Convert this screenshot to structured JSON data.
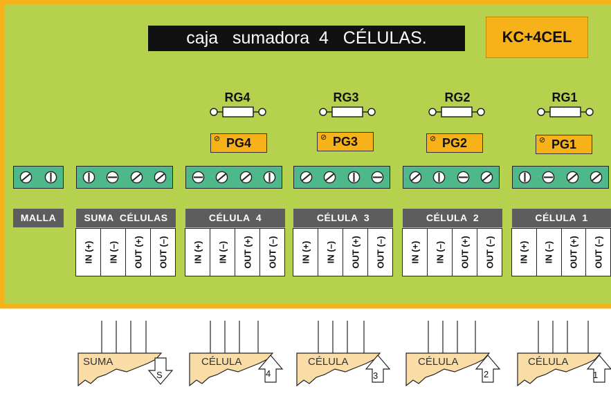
{
  "title": "caja   sumadora  4   CÉLULAS.",
  "model": "KC+4CEL",
  "colors": {
    "board": "#b5d14d",
    "board_border": "#f7b21a",
    "terminal": "#4fb88a",
    "label_bar": "#5d5d5d",
    "pg_box": "#f7b21a",
    "cell_body": "#f9dca6"
  },
  "resistors": [
    {
      "label": "RG4"
    },
    {
      "label": "RG3"
    },
    {
      "label": "RG2"
    },
    {
      "label": "RG1"
    }
  ],
  "potentiometers": [
    {
      "label": "PG4"
    },
    {
      "label": "PG3"
    },
    {
      "label": "PG2"
    },
    {
      "label": "PG1"
    }
  ],
  "groups": [
    {
      "label": "MALLA",
      "pins": []
    },
    {
      "label": "SUMA  CÉLULAS",
      "pins": [
        "IN (+)",
        "IN (–)",
        "OUT (+)",
        "OUT (–)"
      ]
    },
    {
      "label": "CÉLULA  4",
      "pins": [
        "IN (+)",
        "IN (–)",
        "OUT (+)",
        "OUT (–)"
      ]
    },
    {
      "label": "CÉLULA  3",
      "pins": [
        "IN (+)",
        "IN (–)",
        "OUT (+)",
        "OUT (–)"
      ]
    },
    {
      "label": "CÉLULA  2",
      "pins": [
        "IN (+)",
        "IN (–)",
        "OUT (+)",
        "OUT (–)"
      ]
    },
    {
      "label": "CÉLULA  1",
      "pins": [
        "IN (+)",
        "IN (–)",
        "OUT (+)",
        "OUT (–)"
      ]
    }
  ],
  "cells": [
    {
      "label": "SUMA",
      "arrow": "S"
    },
    {
      "label": "CÉLULA",
      "arrow": "4"
    },
    {
      "label": "CÉLULA",
      "arrow": "3"
    },
    {
      "label": "CÉLULA",
      "arrow": "2"
    },
    {
      "label": "CÉLULA",
      "arrow": "1"
    }
  ]
}
